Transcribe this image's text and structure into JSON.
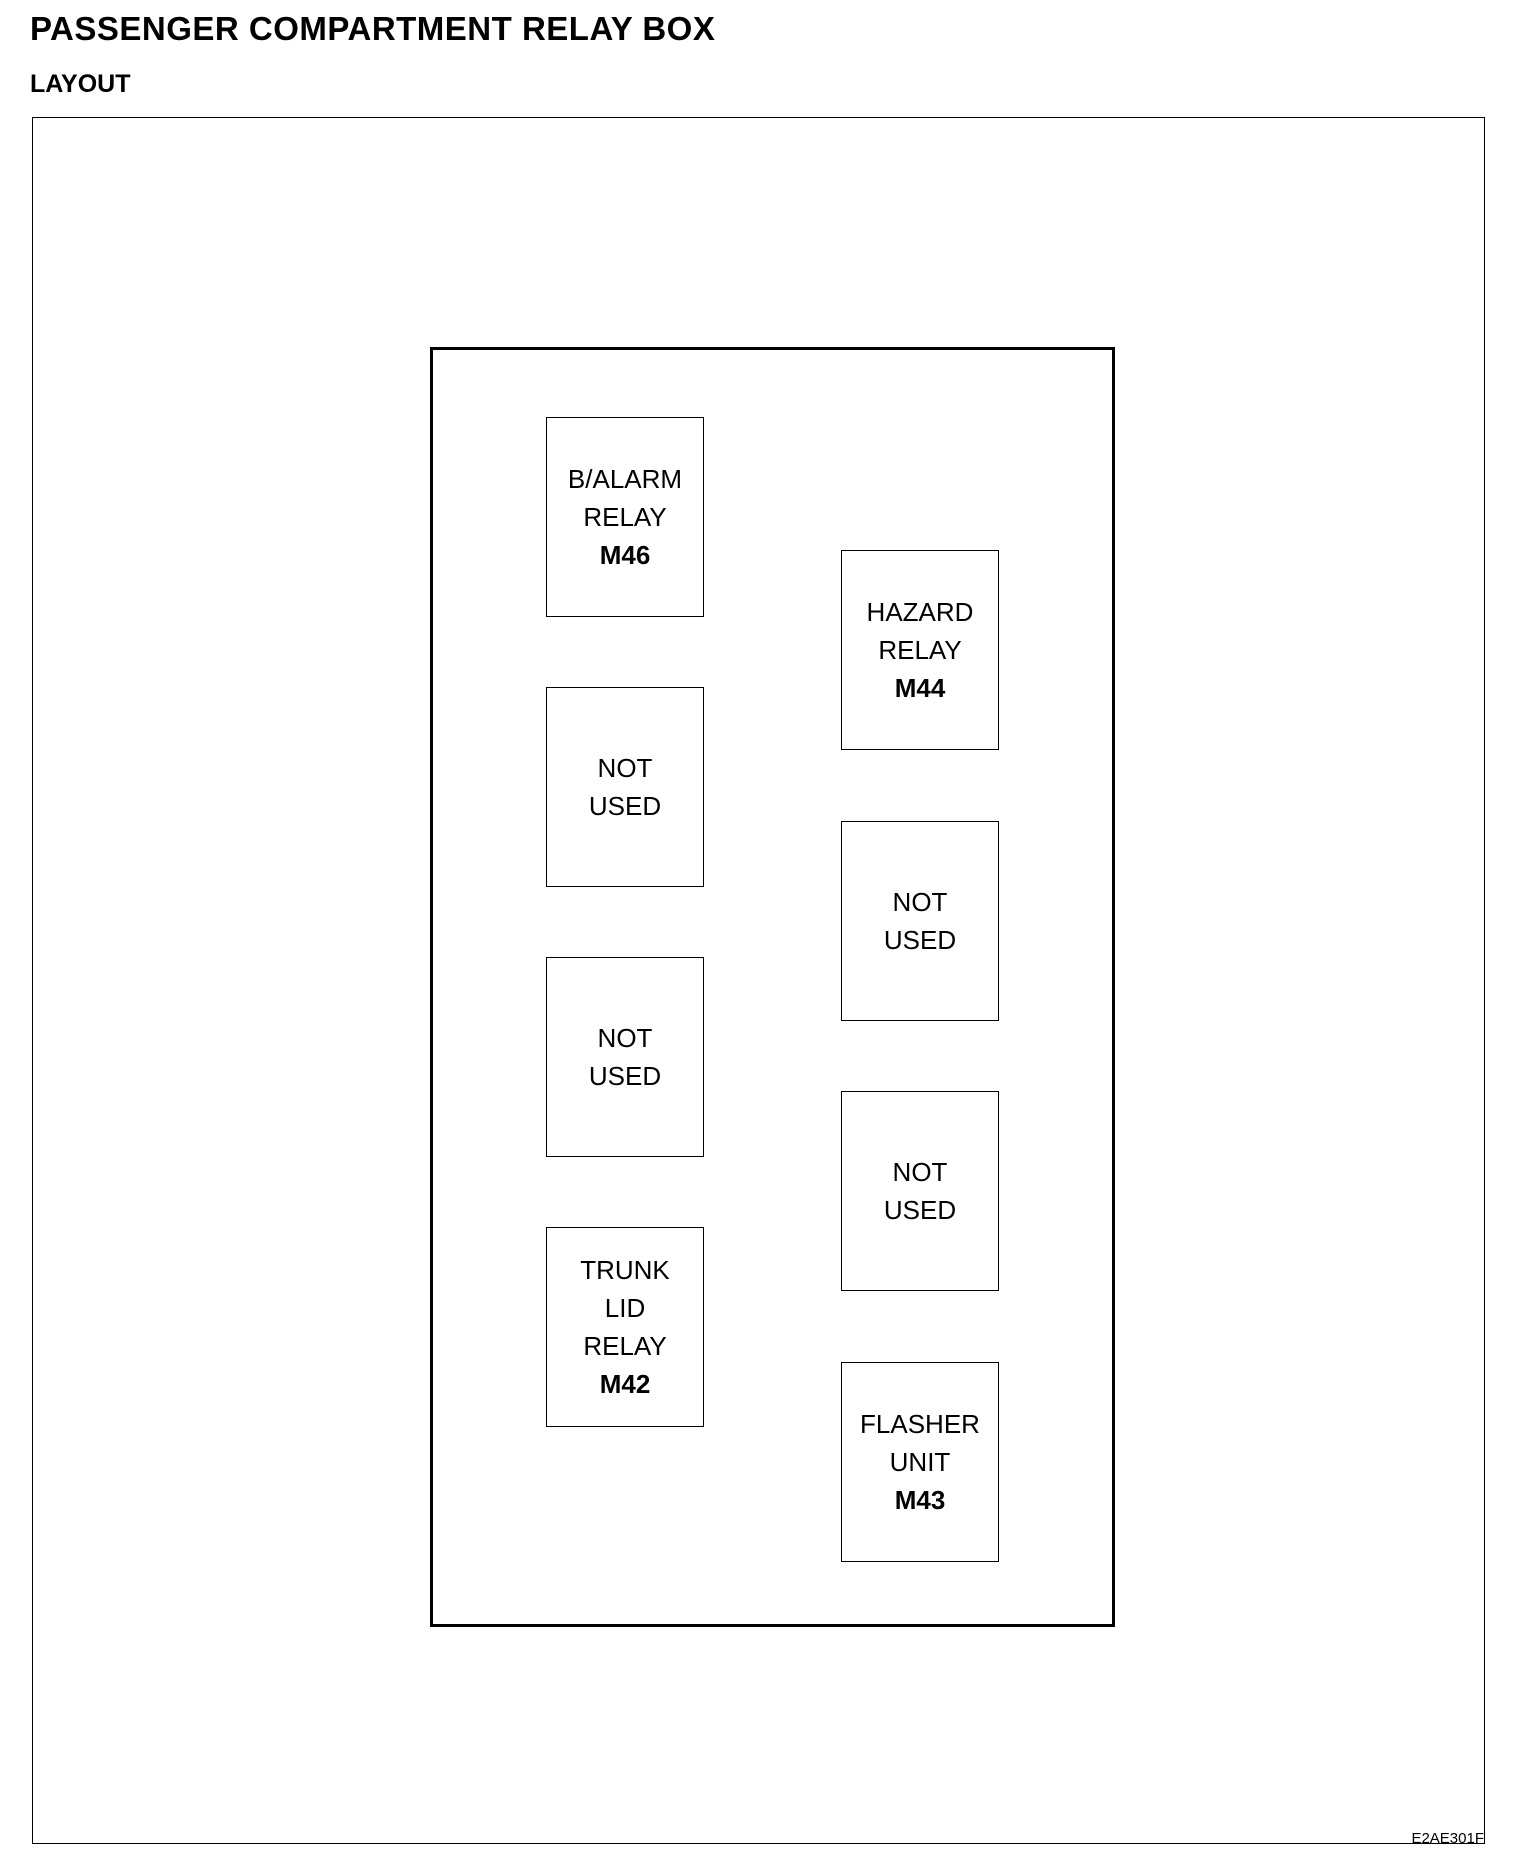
{
  "header": {
    "title": "PASSENGER COMPARTMENT RELAY BOX",
    "subtitle": "LAYOUT"
  },
  "relays": {
    "balarm": {
      "line1": "B/ALARM",
      "line2": "RELAY",
      "code": "M46"
    },
    "notused1": {
      "line1": "NOT",
      "line2": "USED"
    },
    "notused2": {
      "line1": "NOT",
      "line2": "USED"
    },
    "trunk": {
      "line1": "TRUNK",
      "line2": "LID",
      "line3": "RELAY",
      "code": "M42"
    },
    "hazard": {
      "line1": "HAZARD",
      "line2": "RELAY",
      "code": "M44"
    },
    "notused3": {
      "line1": "NOT",
      "line2": "USED"
    },
    "notused4": {
      "line1": "NOT",
      "line2": "USED"
    },
    "flasher": {
      "line1": "FLASHER",
      "line2": "UNIT",
      "code": "M43"
    }
  },
  "figure_ref": "E2AE301F"
}
